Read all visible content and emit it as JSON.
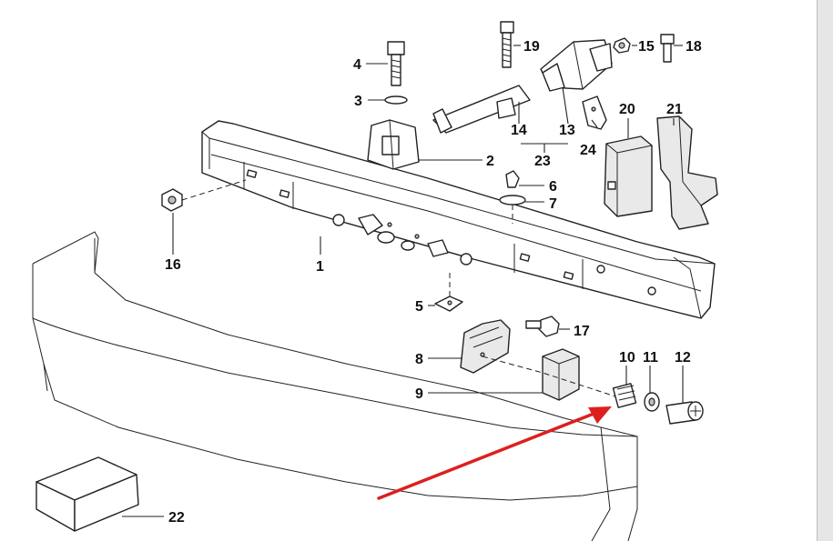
{
  "callouts": [
    {
      "id": "1",
      "text": "1"
    },
    {
      "id": "2",
      "text": "2"
    },
    {
      "id": "3",
      "text": "3"
    },
    {
      "id": "4",
      "text": "4"
    },
    {
      "id": "5",
      "text": "5"
    },
    {
      "id": "6",
      "text": "6"
    },
    {
      "id": "7",
      "text": "7"
    },
    {
      "id": "8",
      "text": "8"
    },
    {
      "id": "9",
      "text": "9"
    },
    {
      "id": "10",
      "text": "10"
    },
    {
      "id": "11",
      "text": "11"
    },
    {
      "id": "12",
      "text": "12"
    },
    {
      "id": "13",
      "text": "13"
    },
    {
      "id": "14",
      "text": "14"
    },
    {
      "id": "15",
      "text": "15"
    },
    {
      "id": "16",
      "text": "16"
    },
    {
      "id": "17",
      "text": "17"
    },
    {
      "id": "18",
      "text": "18"
    },
    {
      "id": "19",
      "text": "19"
    },
    {
      "id": "20",
      "text": "20"
    },
    {
      "id": "21",
      "text": "21"
    },
    {
      "id": "22",
      "text": "22"
    },
    {
      "id": "23",
      "text": "23"
    },
    {
      "id": "24",
      "text": "24"
    }
  ],
  "colors": {
    "ink": "#222222",
    "arrow": "#dd1f1f",
    "background": "#ffffff"
  },
  "annotation": {
    "arrow_points_to": "10"
  }
}
